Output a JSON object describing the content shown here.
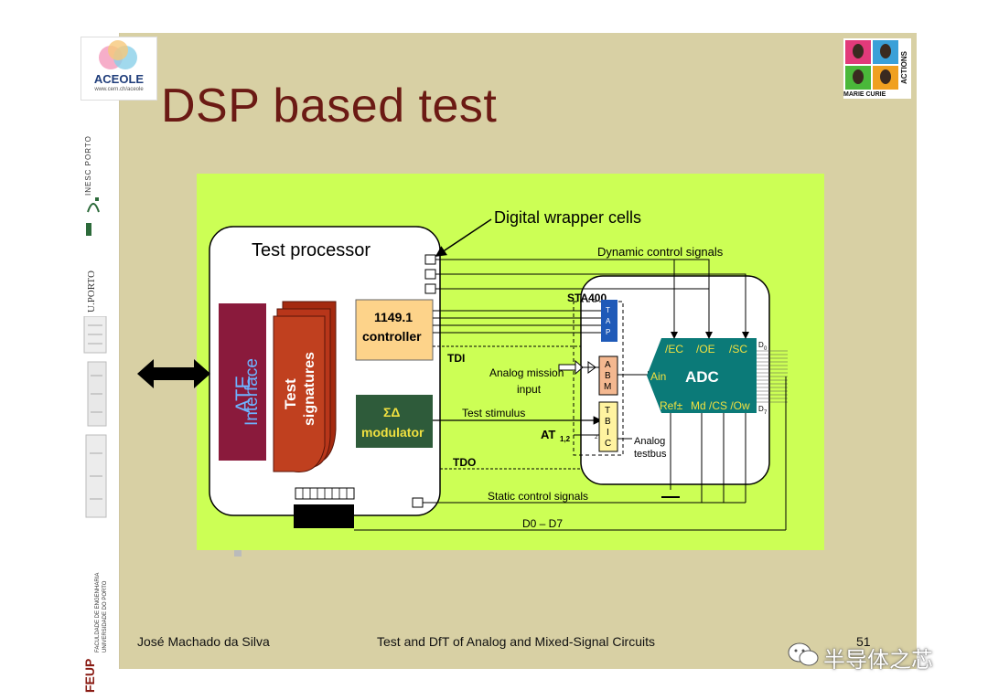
{
  "slide": {
    "title": "DSP based test",
    "logo_text": "ACEOLE",
    "logo_url": "www.cern.ch/aceole",
    "marie_curie": "MARIE CURIE",
    "marie_actions": "ACTIONS",
    "sidebar_inesc": "INESC PORTO",
    "sidebar_uporto": "U.PORTO",
    "sidebar_feup": "FEUP",
    "sidebar_feup_line1": "FACULDADE DE ENGENHARIA",
    "sidebar_feup_line2": "UNIVERSIDADE DO PORTO",
    "footer_author": "José Machado da Silva",
    "footer_course": "Test and DfT of Analog and Mixed-Signal Circuits",
    "footer_page": "51",
    "watermark": "半导体之芯"
  },
  "diagram": {
    "digital_wrapper_cells": "Digital wrapper cells",
    "test_processor": "Test processor",
    "ate_interface_1": "ATE",
    "ate_interface_2": "Interface",
    "test_signatures_1": "Test",
    "test_signatures_2": "signatures",
    "controller_1": "1149.1",
    "controller_2": "controller",
    "modulator_sym": "ΣΔ",
    "modulator": "modulator",
    "dynamic_control": "Dynamic control signals",
    "static_control": "Static control signals",
    "d0_d7": "D0 – D7",
    "sta400": "STA400",
    "tap": [
      "T",
      "A",
      "P"
    ],
    "abm": [
      "A",
      "B",
      "M"
    ],
    "tbic": [
      "T",
      "B",
      "I",
      "C"
    ],
    "tdi": "TDI",
    "tdo": "TDO",
    "analog_mission_1": "Analog mission",
    "analog_mission_2": "input",
    "test_stimulus": "Test stimulus",
    "at12": "AT",
    "at12_sub": "1,2",
    "analog_testbus_1": "Analog",
    "analog_testbus_2": "testbus",
    "adc": "ADC",
    "ain": "Ain",
    "ec": "/EC",
    "oe": "/OE",
    "sc": "/SC",
    "ref": "Ref±",
    "md_cs_ow": "Md /CS /Ow",
    "d0": "D",
    "d0_sub": "0",
    "d7": "D",
    "d7_sub": "7",
    "tbic_pin1": "1",
    "tbic_pin2": "2"
  }
}
